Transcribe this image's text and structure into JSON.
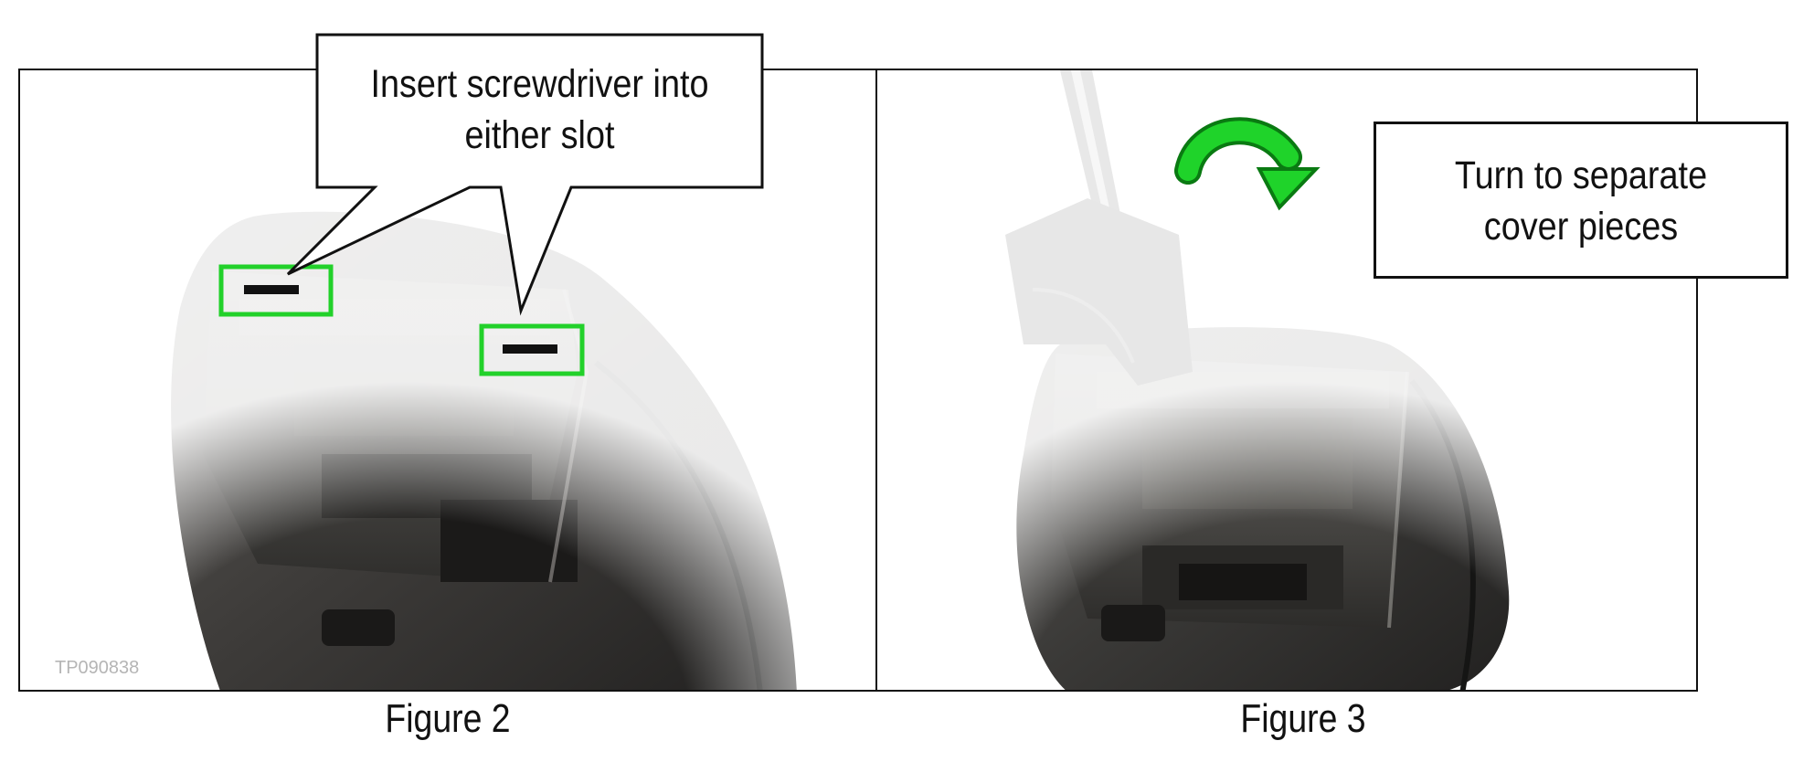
{
  "figure2": {
    "caption": "Figure 2",
    "callout": [
      "Insert screwdriver into",
      "either slot"
    ],
    "photo_code": "TP090838"
  },
  "figure3": {
    "caption": "Figure 3",
    "callout": [
      "Turn to separate",
      "cover pieces"
    ]
  },
  "colors": {
    "slot_highlight": "#22d12a",
    "arrow": "#1fd32a",
    "frame": "#111111"
  }
}
